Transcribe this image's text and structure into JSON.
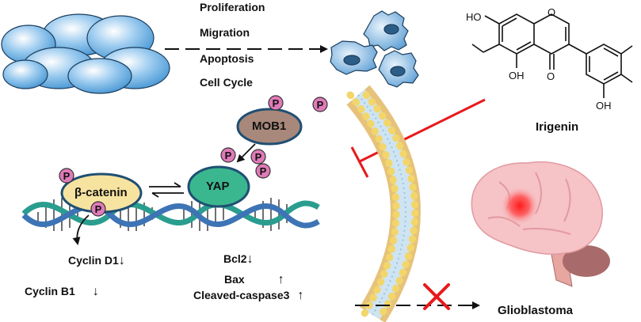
{
  "processes": {
    "proliferation": "Proliferation",
    "migration": "Migration",
    "apoptosis": "Apoptosis",
    "cell_cycle": "Cell Cycle"
  },
  "proteins": {
    "mob1": "MOB1",
    "yap": "YAP",
    "beta_catenin": "β-catenin",
    "phospho": "P"
  },
  "markers": {
    "cyclin_d1": "Cyclin D1",
    "cyclin_b1": "Cyclin B1",
    "bcl2": "Bcl2",
    "bax": "Bax",
    "cleaved_caspase3": "Cleaved-caspase3",
    "down_arrow": "↓",
    "up_arrow": "↑"
  },
  "compound": {
    "name": "Irigenin",
    "ho_top": "HO",
    "oh_left": "OH",
    "oh_bottom": "OH",
    "oxygen": "O"
  },
  "outcome": {
    "disease": "Glioblastoma"
  },
  "colors": {
    "cell_blue": "#3a8fd0",
    "mob1_fill": "#a8887a",
    "yap_fill": "#3bb78f",
    "beta_catenin_fill": "#f7e3a0",
    "phospho_fill": "#e07ab8",
    "inhibit_red": "#e8191c",
    "membrane_yellow": "#f2d66b",
    "brain_pink": "#f6c3c6",
    "tumor_red": "#ff2020"
  }
}
